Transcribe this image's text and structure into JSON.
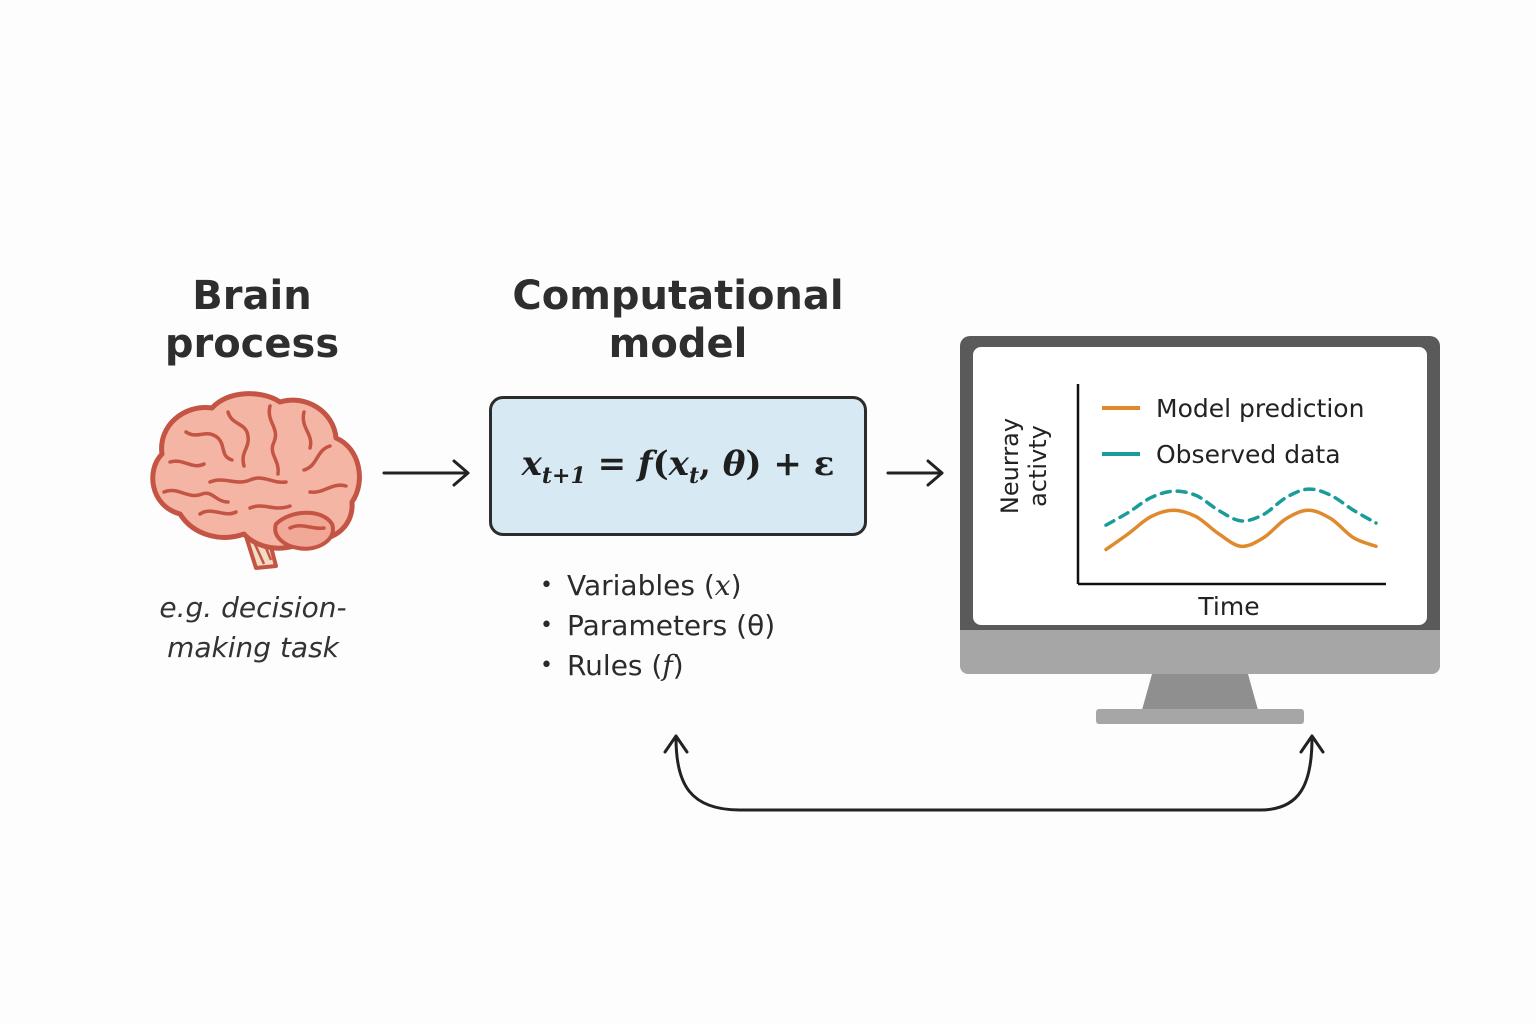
{
  "brain": {
    "title_line1": "Brain",
    "title_line2": "process",
    "caption_line1": "e.g. decision-",
    "caption_line2": "making task",
    "icon": "brain-icon"
  },
  "model": {
    "title_line1": "Computational",
    "title_line2": "model",
    "equation": {
      "lhs_var": "x",
      "lhs_sub": "t+1",
      "equals": " = ",
      "func": "f",
      "open": "(",
      "arg_var": "x",
      "arg_sub": "t",
      "sep": ", ",
      "param": "θ",
      "close": ")",
      "noise": " + ε"
    },
    "components": [
      {
        "label": "Variables",
        "symbol": "x"
      },
      {
        "label": "Parameters",
        "symbol": "θ"
      },
      {
        "label": "Rules",
        "symbol": "f"
      }
    ]
  },
  "monitor": {
    "icon": "monitor-icon",
    "ylabel_line1": "Neurray",
    "ylabel_line2": "activty",
    "xlabel": "Time",
    "legend": {
      "model": "Model prediction",
      "observed": "Observed data"
    }
  },
  "colors": {
    "model_box": "#d7e9f3",
    "model_prediction": "#e08a2e",
    "observed_data": "#1a9c9a",
    "brain_fill": "#f4b5a4",
    "brain_stroke": "#c45443",
    "monitor_frame": "#5a5a5a",
    "monitor_base": "#a6a6a6"
  },
  "chart_data": {
    "type": "line",
    "title": "",
    "xlabel": "Time",
    "ylabel": "Neurray activty",
    "x": [
      0,
      1,
      2,
      3,
      4,
      5,
      6,
      7,
      8,
      9,
      10,
      11,
      12
    ],
    "series": [
      {
        "name": "Model prediction",
        "style": "solid",
        "values": [
          0.25,
          0.4,
          0.56,
          0.62,
          0.56,
          0.4,
          0.28,
          0.36,
          0.54,
          0.62,
          0.54,
          0.36,
          0.28
        ]
      },
      {
        "name": "Observed data",
        "style": "dashed",
        "values": [
          0.48,
          0.6,
          0.74,
          0.8,
          0.76,
          0.62,
          0.52,
          0.58,
          0.74,
          0.82,
          0.76,
          0.62,
          0.5
        ]
      }
    ],
    "ylim": [
      0,
      1
    ],
    "grid": false,
    "legend_position": "top-right"
  }
}
